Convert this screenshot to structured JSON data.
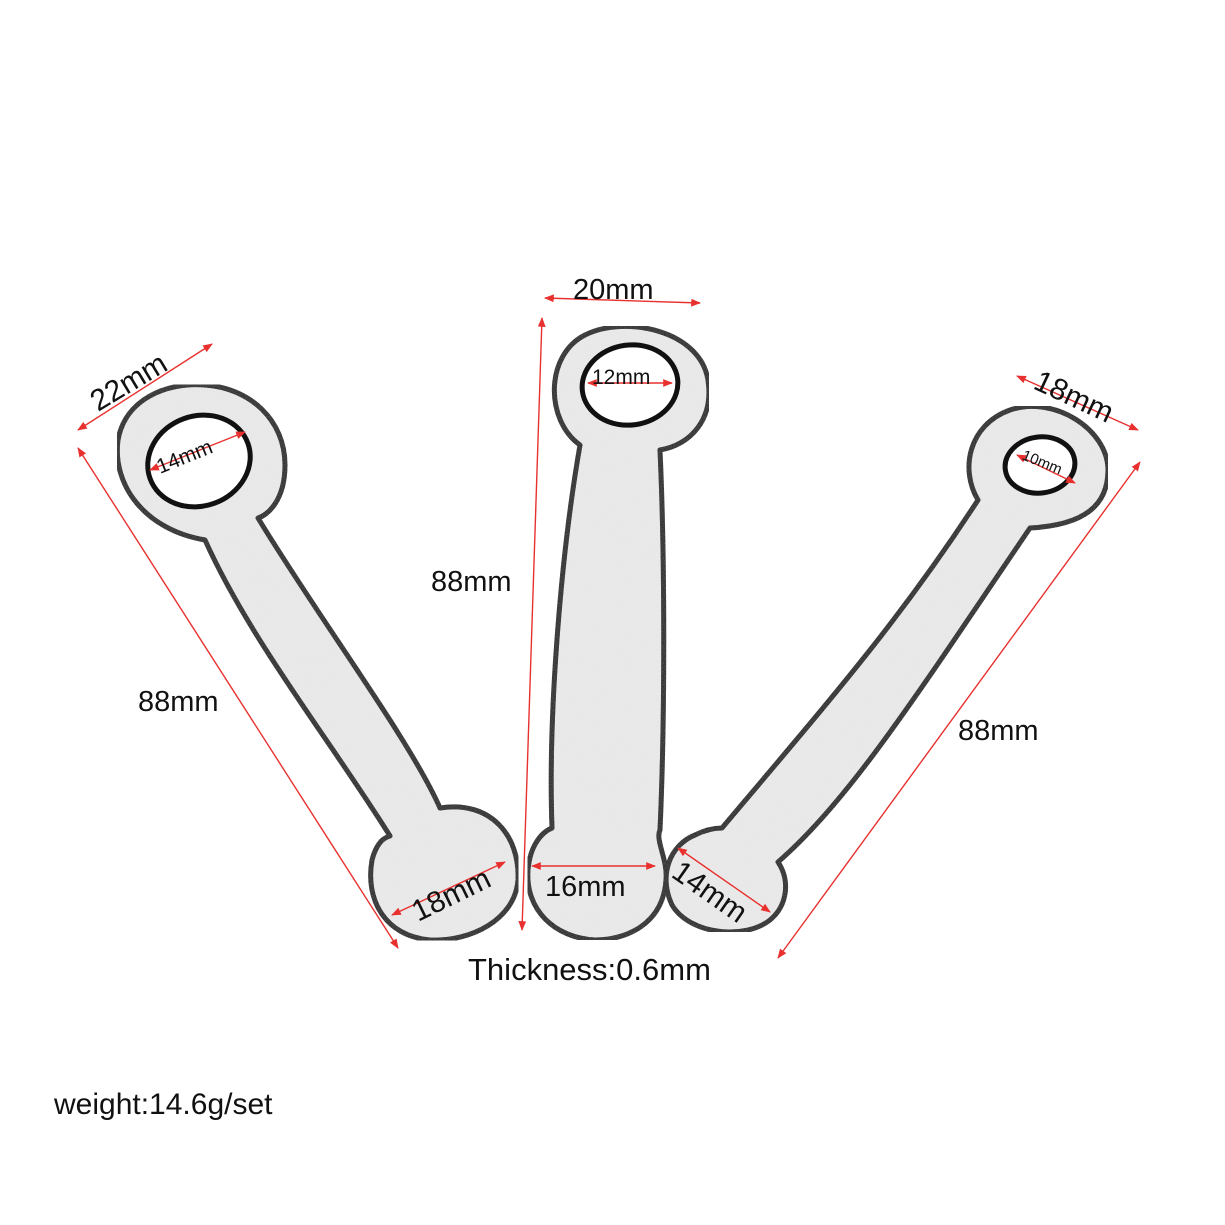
{
  "colors": {
    "dimension_line": "#e8312f",
    "outline": "#111111",
    "fill": "#ececec"
  },
  "tabs": {
    "left": {
      "outer_width": "22mm",
      "hole": "14mm",
      "length": "88mm",
      "end": "18mm"
    },
    "middle": {
      "outer_width": "20mm",
      "hole": "12mm",
      "length": "88mm",
      "end": "16mm"
    },
    "right": {
      "outer_width": "18mm",
      "hole": "10mm",
      "length": "88mm",
      "end": "14mm"
    }
  },
  "thickness": "Thickness:0.6mm",
  "weight": "weight:14.6g/set"
}
